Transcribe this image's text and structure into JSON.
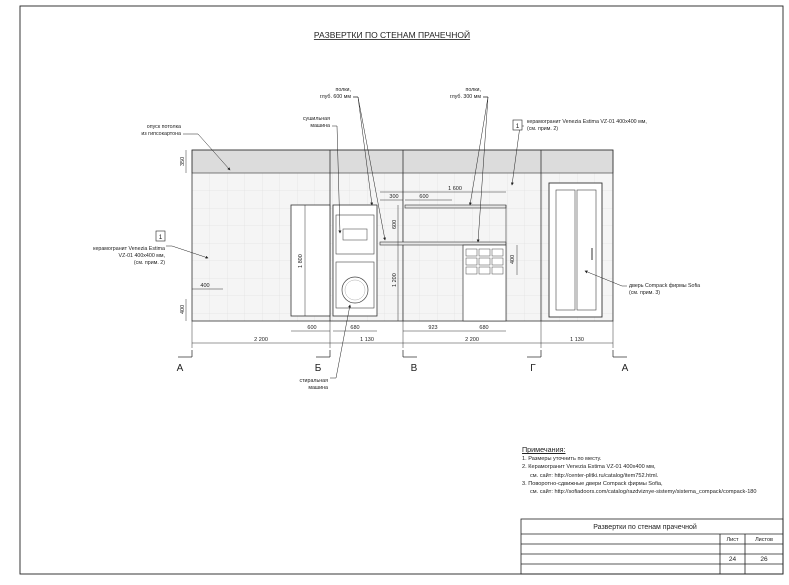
{
  "title": "РАЗВЕРТКИ ПО СТЕНАМ ПРАЧЕЧНОЙ",
  "labels": {
    "ceiling_drop": [
      "опуск потолка",
      "из гипсокартона"
    ],
    "dryer": [
      "сушильная",
      "машина"
    ],
    "shelves_600": [
      "полки,",
      "глуб. 600 мм"
    ],
    "shelves_300": [
      "полки,",
      "глуб. 300 мм"
    ],
    "tile_left": [
      "керамогранит Venezia Estima",
      "VZ-01 400x400 мм,",
      "(см. прим. 2)"
    ],
    "tile_right": [
      "керамогранит Venezia Estima VZ-01 400x400 мм,",
      "(см. прим. 2)"
    ],
    "door": [
      "дверь Compack фирмы Sofia",
      "(см. прим. 3)"
    ],
    "washer": [
      "стиральная",
      "машина"
    ]
  },
  "callouts": [
    "1",
    "1"
  ],
  "dimensions": {
    "h_350": "350",
    "h_400_top": "400",
    "h_1800": "1 800",
    "h_600": "600",
    "h_1200": "1 200",
    "h_400_right": "400",
    "w_300": "300",
    "w_600_shelf": "600",
    "w_1600": "1 600",
    "w_400_tile": "400",
    "w_600": "600",
    "w_680_a": "680",
    "w_923": "923",
    "w_680_b": "680",
    "w_2200_a": "2 200",
    "w_1130_a": "1 130",
    "w_2200_b": "2 200",
    "w_1130_b": "1 130"
  },
  "axes": [
    "А",
    "Б",
    "В",
    "Г",
    "А"
  ],
  "notes": {
    "title": "Примечания:",
    "lines": [
      "1. Размеры уточнить по месту.",
      "2. Керамогранит Venezia Estima VZ-01 400x400 мм,",
      "см. сайт: http://center-plitki.ru/catalog/item752.html.",
      "3. Поворотно-сдвижные двери Compack фирмы Sofia,",
      "см. сайт: http://sofiadoors.com/catalog/razdviznye-sistemy/sistema_compack/compack-180"
    ]
  },
  "title_block": {
    "name": "Развертки по стенам прачечной",
    "sheet_label": "Лист",
    "sheets_label": "Листов",
    "sheet": "24",
    "sheets": "26"
  }
}
